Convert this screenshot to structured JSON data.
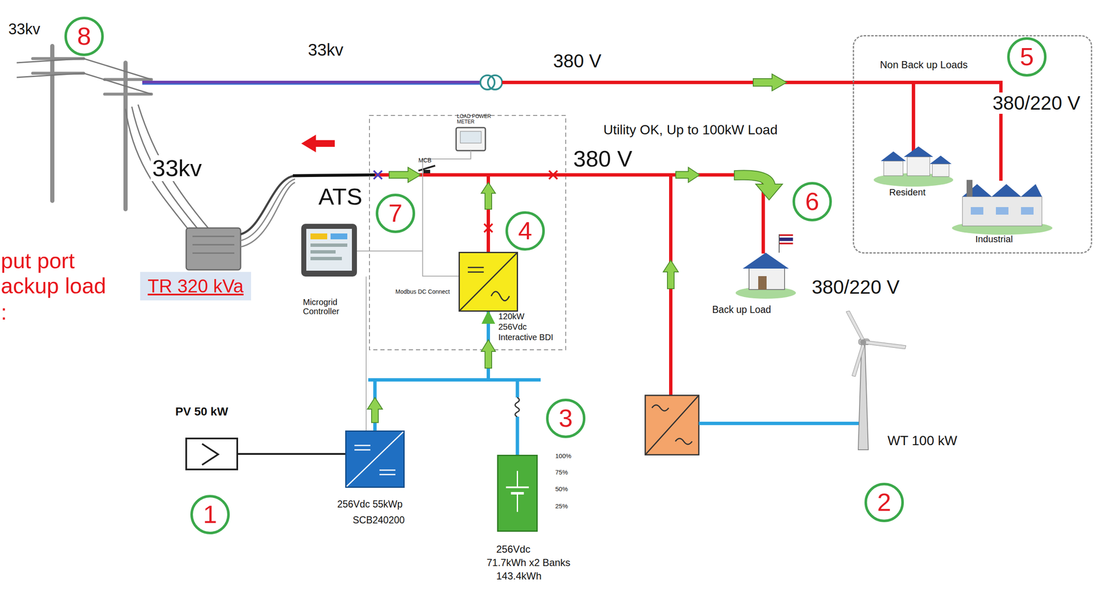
{
  "diagram": {
    "nodes": [
      {
        "text": [
          "8"
        ]
      },
      {
        "text": [
          "Non Back up Loads"
        ]
      },
      {
        "text": [
          "5"
        ],
        "in": 1
      },
      {
        "text": [
          "7"
        ]
      },
      {
        "text": [
          "4"
        ]
      },
      {
        "text": [
          "6"
        ]
      },
      {
        "text": [
          "TR 320 kVa"
        ]
      },
      {
        "text": [
          "120kW",
          "256Vdc",
          "Interactive BDI"
        ]
      },
      {
        "text": [
          "3"
        ]
      },
      {
        "text": [
          "PV 50 kW"
        ]
      },
      {
        "text": [
          "256Vdc 55kWp",
          "SCB240200"
        ]
      },
      {
        "text": [
          "256Vdc",
          "71.7kWh x2 Banks",
          "143.4kWh"
        ]
      },
      {
        "text": [
          "2"
        ]
      },
      {
        "text": [
          "1"
        ]
      }
    ],
    "edges": [
      {
        "from": 9,
        "to": 10,
        "arrow": "none"
      },
      {
        "from": 10,
        "to": 7,
        "arrow": "to"
      },
      {
        "from": 11,
        "to": 7,
        "arrow": "to"
      }
    ],
    "labels": [
      "33kv",
      "33kv",
      "380 V",
      "380/220 V",
      "Resident",
      "Industrial",
      "Utility OK, Up to 100kW Load",
      "380 V",
      "33kv",
      "ATS",
      "LOAD POWER METER",
      "MCB",
      "Modbus DC Connect",
      "Microgrid Controller",
      "Back up Load",
      "380/220 V",
      "put port",
      "ackup load",
      ":",
      "100%",
      "75%",
      "50%",
      "25%",
      "WT 100 kW"
    ]
  }
}
